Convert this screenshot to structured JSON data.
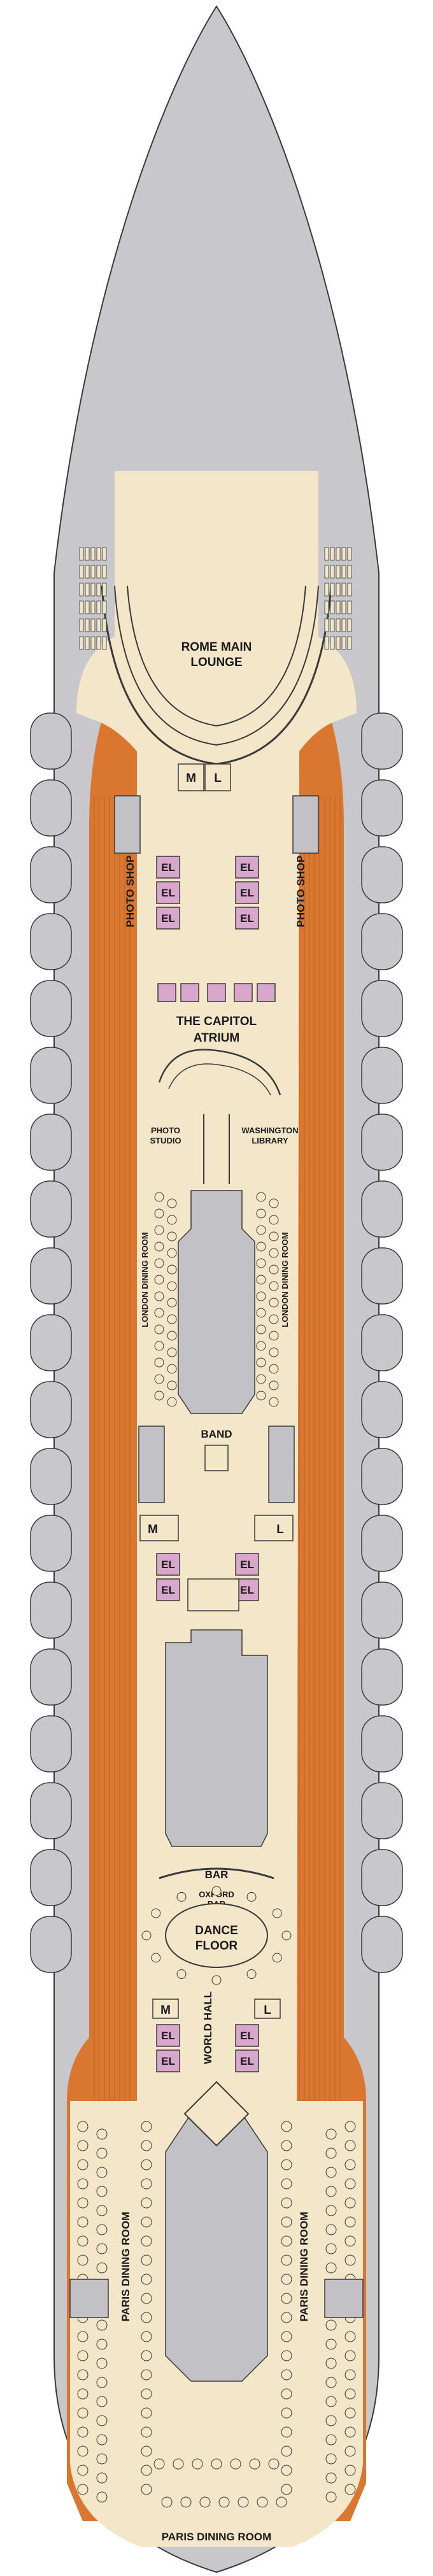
{
  "plan": {
    "colors": {
      "hull": "#c8c8cc",
      "deck": "#f3e6c9",
      "promenade": "#d9762f",
      "rooms": "#c2c2c6",
      "elevator": "#d9a7cc",
      "outline": "#3a3a3a"
    },
    "venues": {
      "rome_lounge_line1": "ROME MAIN",
      "rome_lounge_line2": "LOUNGE",
      "photo_shop_left": "PHOTO SHOP",
      "photo_shop_right": "PHOTO SHOP",
      "capitol_line1": "THE CAPITOL",
      "capitol_line2": "ATRIUM",
      "photo_studio_line1": "PHOTO",
      "photo_studio_line2": "STUDIO",
      "washington_line1": "WASHINGTON",
      "washington_line2": "LIBRARY",
      "london_left": "LONDON DINING ROOM",
      "london_right": "LONDON DINING ROOM",
      "band": "BAND",
      "bar": "BAR",
      "oxford_line1": "OXFORD",
      "oxford_line2": "BAR",
      "dance_line1": "DANCE",
      "dance_line2": "FLOOR",
      "world_hall": "WORLD HALL",
      "paris_left": "PARIS DINING ROOM",
      "paris_right": "PARIS DINING ROOM",
      "paris_bottom": "PARIS DINING ROOM"
    },
    "restroom_tags": {
      "men": "M",
      "ladies": "L"
    },
    "elevator_tag": "EL"
  }
}
